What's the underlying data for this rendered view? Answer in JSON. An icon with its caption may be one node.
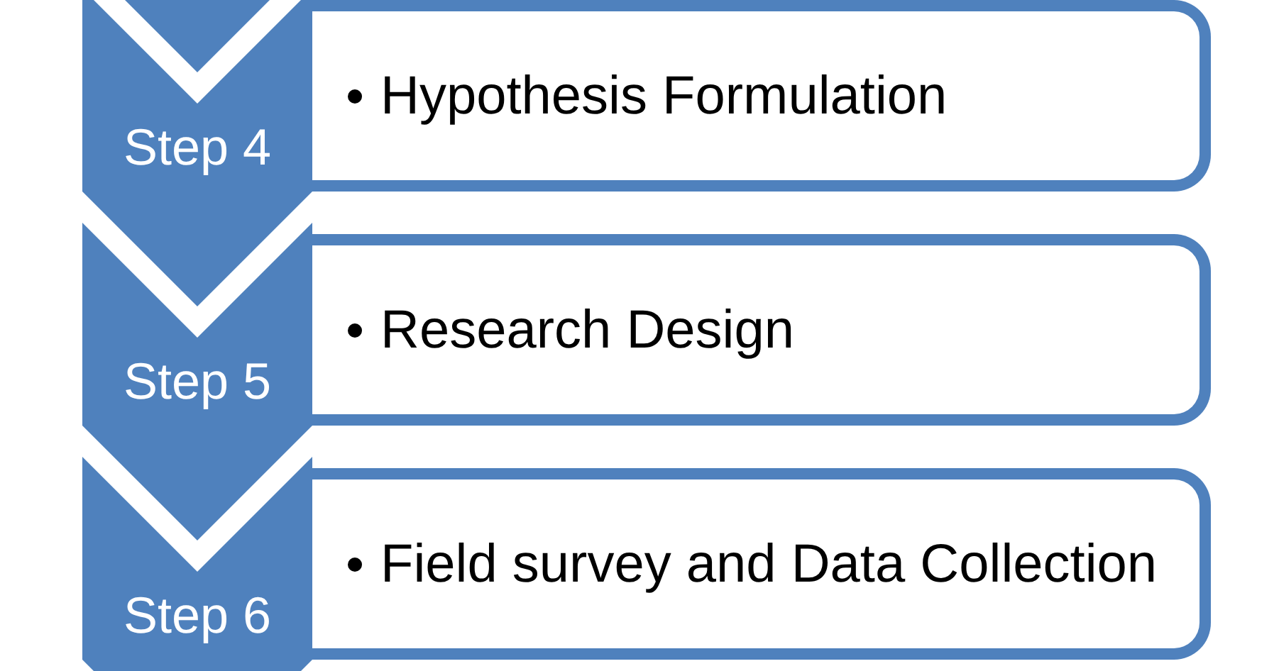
{
  "diagram": {
    "nodes": [
      {
        "text": [],
        "shape": "chevron"
      },
      {
        "text": [
          "Step 4"
        ]
      },
      {
        "text": [
          "Hypothesis Formulation"
        ]
      },
      {
        "text": [
          "Step 5"
        ]
      },
      {
        "text": [
          "Research Design"
        ]
      },
      {
        "text": [
          "Step 6"
        ]
      },
      {
        "text": [
          "Field survey and Data Collection"
        ]
      }
    ]
  }
}
